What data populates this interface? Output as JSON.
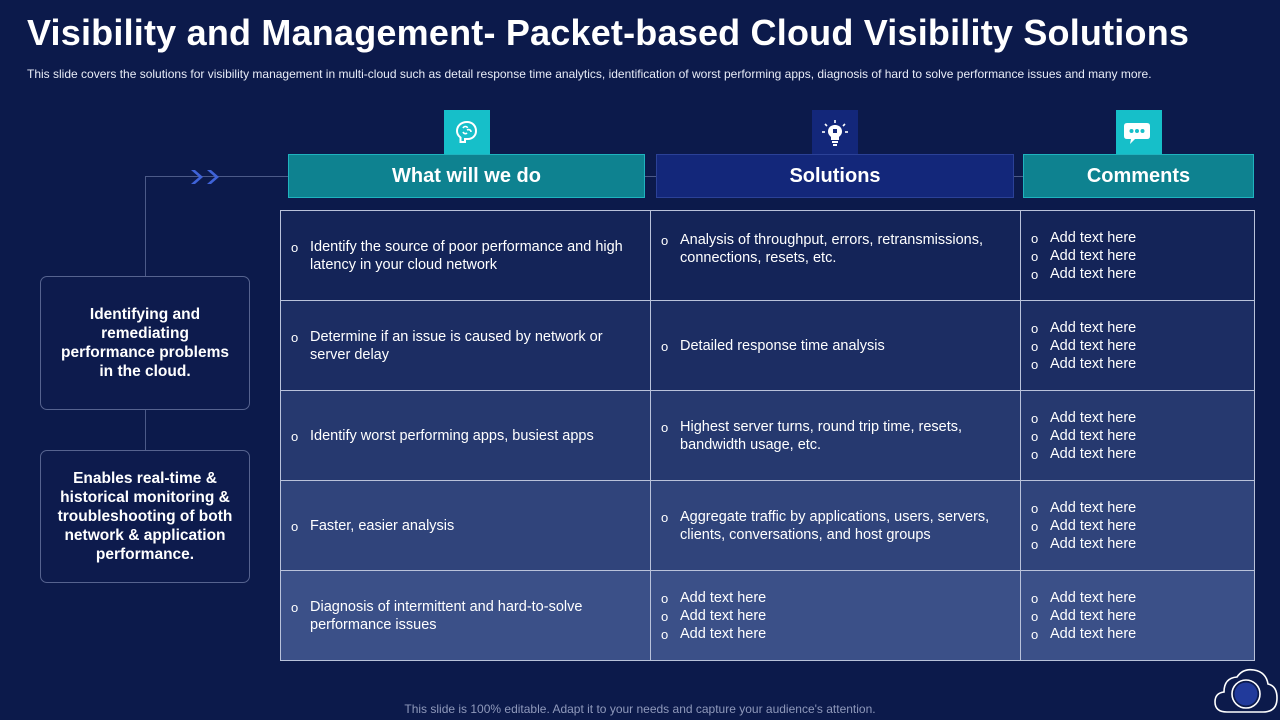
{
  "slide": {
    "title": "Visibility and Management- Packet-based Cloud Visibility Solutions",
    "subtitle": "This slide covers the solutions for visibility management in multi-cloud such as detail response time analytics, identification of worst performing  apps, diagnosis of hard to solve  performance  issues and many more.",
    "footer": "This slide is 100% editable. Adapt it to your needs and capture your audience's attention."
  },
  "left_boxes": [
    {
      "text": "Identifying and remediating performance problems in the cloud."
    },
    {
      "text": "Enables real-time & historical monitoring & troubleshooting of both network & application performance."
    }
  ],
  "columns": [
    {
      "label": "What will we do",
      "icon": "brain-icon",
      "header_color": "#0e8290",
      "icon_bg": "#16bfc9"
    },
    {
      "label": "Solutions",
      "icon": "lightbulb-puzzle-icon",
      "header_color": "#13277a",
      "icon_bg": "#13277a"
    },
    {
      "label": "Comments",
      "icon": "chat-icon",
      "header_color": "#0e8290",
      "icon_bg": "#16bfc9"
    }
  ],
  "rows": [
    {
      "what": [
        "Identify the source of poor performance and high latency in your cloud network"
      ],
      "solutions": [
        "Analysis of throughput, errors, retransmissions, connections, resets, etc."
      ],
      "comments": [
        "Add text here",
        "Add text here",
        "Add text here"
      ]
    },
    {
      "what": [
        "Determine if an issue is caused by network or server delay"
      ],
      "solutions": [
        "Detailed response time analysis"
      ],
      "comments": [
        "Add text here",
        "Add text here",
        "Add text here"
      ]
    },
    {
      "what": [
        "Identify worst performing apps, busiest apps"
      ],
      "solutions": [
        "Highest server turns, round trip time, resets, bandwidth usage, etc."
      ],
      "comments": [
        "Add text here",
        "Add text here",
        "Add text here"
      ]
    },
    {
      "what": [
        "Faster, easier analysis"
      ],
      "solutions": [
        "Aggregate traffic by applications, users, servers, clients, conversations, and host groups"
      ],
      "comments": [
        "Add text here",
        "Add text here",
        "Add text here"
      ]
    },
    {
      "what": [
        "Diagnosis of intermittent and hard-to-solve performance issues"
      ],
      "solutions": [
        "Add text here",
        "Add text here",
        "Add text here"
      ],
      "comments": [
        "Add text here",
        "Add text here",
        "Add text here"
      ]
    }
  ],
  "colors": {
    "background": "#0c1a4b",
    "accent_teal": "#16bfc9",
    "row_backgrounds": [
      "#142458",
      "#1c2d63",
      "#26396f",
      "#30447b",
      "#3b5088"
    ]
  }
}
